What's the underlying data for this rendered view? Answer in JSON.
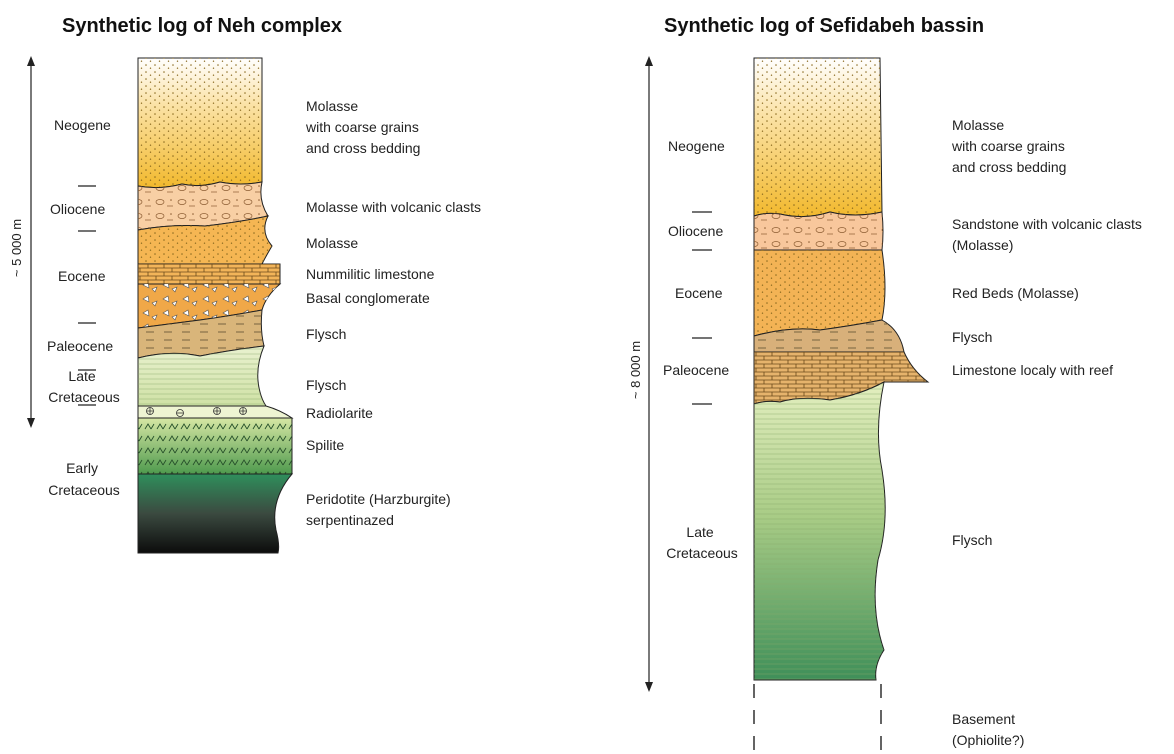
{
  "neh": {
    "title": "Synthetic log of Neh complex",
    "thickness": "~ 5 000 m",
    "ages": {
      "neogene": "Neogene",
      "oliocene": "Oliocene",
      "eocene": "Eocene",
      "paleocene": "Paleocene",
      "late_cretaceous": [
        "Late",
        "Cretaceous"
      ],
      "early_cretaceous": [
        "Early",
        "Cretaceous"
      ]
    },
    "lithology": {
      "molasse_coarse": [
        "Molasse",
        "with coarse grains",
        "and cross bedding"
      ],
      "molasse_volcanic": "Molasse with volcanic clasts",
      "molasse": "Molasse",
      "nummilitic": "Nummilitic limestone",
      "basal_conglomerate": "Basal conglomerate",
      "flysch_upper": "Flysch",
      "flysch_lower": "Flysch",
      "radiolarite": "Radiolarite",
      "spilite": "Spilite",
      "peridotite": [
        "Peridotite (Harzburgite)",
        "serpentinazed"
      ]
    }
  },
  "sefidabeh": {
    "title": "Synthetic log of Sefidabeh bassin",
    "thickness": "~ 8 000 m",
    "ages": {
      "neogene": "Neogene",
      "oliocene": "Oliocene",
      "eocene": "Eocene",
      "paleocene": "Paleocene",
      "late_cretaceous": [
        "Late",
        "Cretaceous"
      ]
    },
    "lithology": {
      "molasse_coarse": [
        "Molasse",
        "with coarse grains",
        "and cross bedding"
      ],
      "sandstone_volcanic": [
        "Sandstone with volcanic clasts",
        "(Molasse)"
      ],
      "red_beds": "Red Beds (Molasse)",
      "flysch_upper": "Flysch",
      "limestone_reef": "Limestone localy with reef",
      "flysch_lower": "Flysch",
      "basement": [
        "Basement",
        "(Ophiolite?)"
      ]
    }
  }
}
